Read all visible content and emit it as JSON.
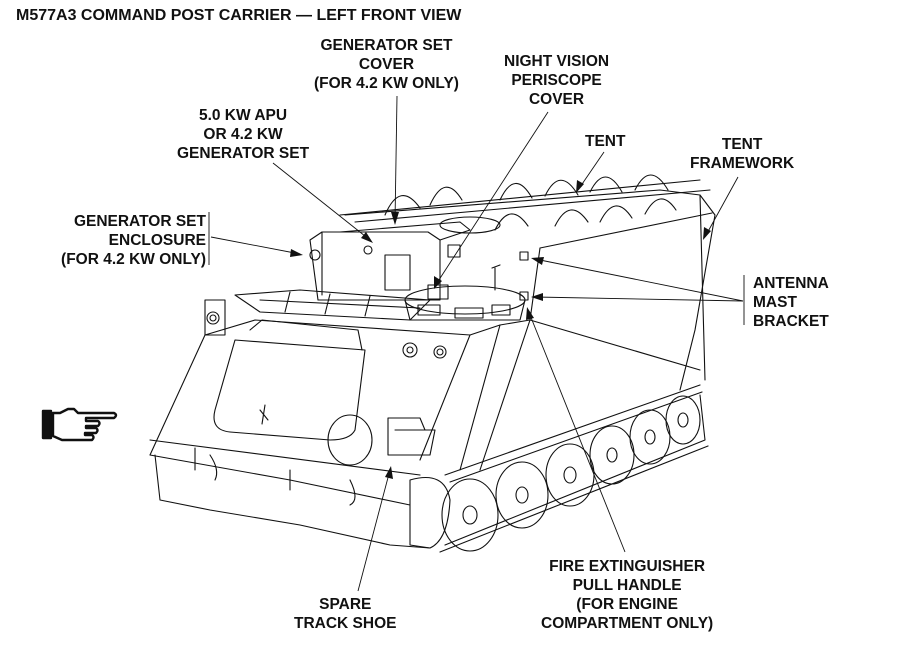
{
  "title": "M577A3 COMMAND POST CARRIER — LEFT FRONT VIEW",
  "labels": {
    "generator_set_cover": [
      "GENERATOR SET",
      "COVER",
      "(FOR 4.2 KW ONLY)"
    ],
    "night_vision_periscope_cover": [
      "NIGHT VISION",
      "PERISCOPE",
      "COVER"
    ],
    "apu_generator_set": [
      "5.0 KW APU",
      "OR 4.2 KW",
      "GENERATOR SET"
    ],
    "tent": [
      "TENT"
    ],
    "tent_framework": [
      "TENT",
      "FRAMEWORK"
    ],
    "generator_set_enclosure": [
      "GENERATOR SET",
      "ENCLOSURE",
      "(FOR 4.2 KW ONLY)"
    ],
    "antenna_mast_bracket": [
      "ANTENNA",
      "MAST",
      "BRACKET"
    ],
    "spare_track_shoe": [
      "SPARE",
      "TRACK SHOE"
    ],
    "fire_extinguisher_pull_handle": [
      "FIRE EXTINGUISHER",
      "PULL HANDLE",
      "(FOR ENGINE",
      "COMPARTMENT ONLY)"
    ]
  },
  "icons": {
    "pointing_hand": "pointing-hand-icon"
  }
}
